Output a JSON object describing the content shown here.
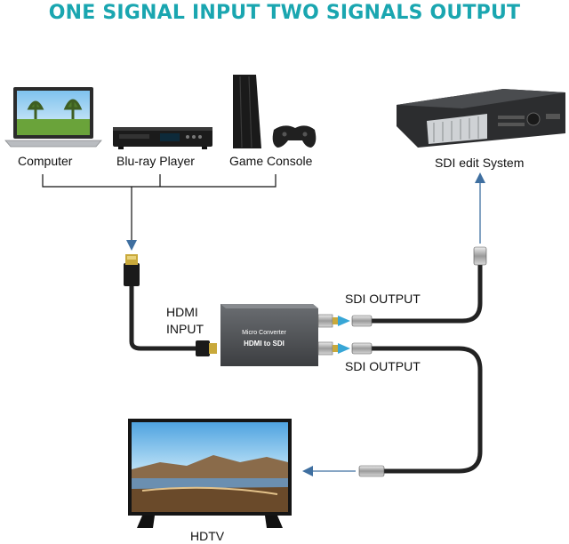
{
  "title": "ONE SIGNAL INPUT TWO SIGNALS OUTPUT",
  "colors": {
    "title": "#1aa6b0",
    "arrow": "#3f6fa0",
    "cable": "#222222"
  },
  "sources": [
    {
      "label": "Computer",
      "icon": "laptop-icon"
    },
    {
      "label": "Blu-ray Player",
      "icon": "bluray-player-icon"
    },
    {
      "label": "Game Console",
      "icon": "game-console-icon"
    }
  ],
  "destination_top": {
    "label": "SDI edit System",
    "icon": "sdi-edit-system-icon"
  },
  "hdmi_input": {
    "line1": "HDMI",
    "line2": "INPUT"
  },
  "converter": {
    "line1": "Micro Converter",
    "line2": "HDMI to SDI"
  },
  "outputs": [
    {
      "label": "SDI OUTPUT"
    },
    {
      "label": "SDI OUTPUT"
    }
  ],
  "display": {
    "label": "HDTV",
    "icon": "tv-icon"
  }
}
